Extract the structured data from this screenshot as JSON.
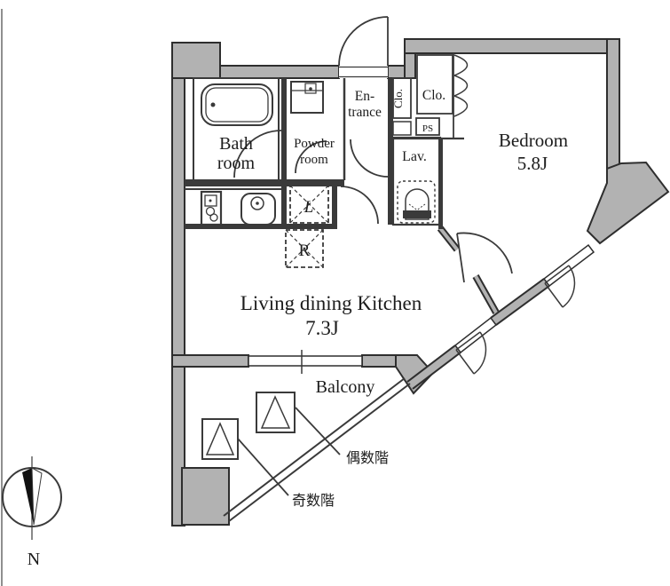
{
  "rooms": {
    "bathroom": {
      "line1": "Bath",
      "line2": "room"
    },
    "powder_room": {
      "line1": "Powder",
      "line2": "room"
    },
    "entrance": {
      "line1": "En-",
      "line2": "trance"
    },
    "closet_hall": {
      "label": "Clo."
    },
    "closet_bedroom": {
      "label": "Clo."
    },
    "pipe_space": {
      "label": "PS"
    },
    "lavatory": {
      "label": "Lav."
    },
    "bedroom": {
      "name": "Bedroom",
      "size": "5.8J"
    },
    "living_dining_kitchen": {
      "name": "Living dining Kitchen",
      "size": "7.3J"
    },
    "balcony": {
      "label": "Balcony"
    }
  },
  "appliances": {
    "laundry": "L",
    "refrigerator": "R"
  },
  "annotations": {
    "even_floors": "偶数階",
    "odd_floors": "奇数階"
  },
  "compass": {
    "north": "N"
  },
  "colors": {
    "wall_fill": "#b2b2b2",
    "wall_outline": "#2e2e2e",
    "line": "#3a3a3a",
    "text": "#1c1c1c",
    "background": "#ffffff"
  }
}
